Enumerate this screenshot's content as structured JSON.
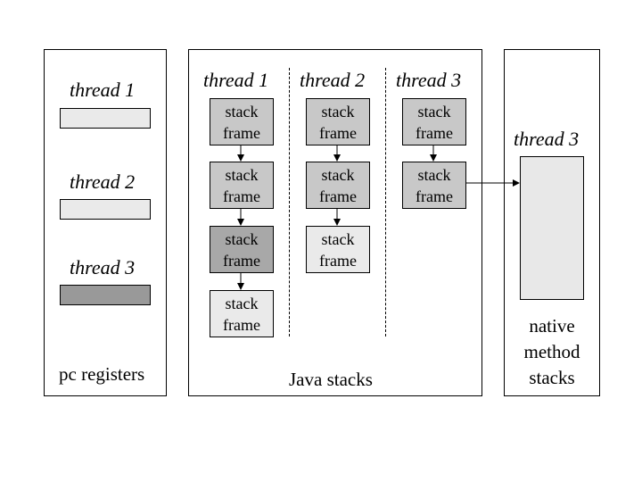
{
  "pc_registers": {
    "caption": "pc registers",
    "threads": [
      {
        "label": "thread 1",
        "fill": "#eaeaea"
      },
      {
        "label": "thread 2",
        "fill": "#eaeaea"
      },
      {
        "label": "thread 3",
        "fill": "#999999"
      }
    ]
  },
  "java_stacks": {
    "caption": "Java stacks",
    "frame_line1": "stack",
    "frame_line2": "frame",
    "threads": [
      {
        "label": "thread 1",
        "frames": [
          "#c8c8c8",
          "#c8c8c8",
          "#a8a8a8",
          "#eaeaea"
        ]
      },
      {
        "label": "thread 2",
        "frames": [
          "#c8c8c8",
          "#c8c8c8",
          "#eaeaea"
        ]
      },
      {
        "label": "thread 3",
        "frames": [
          "#c8c8c8",
          "#c8c8c8"
        ]
      }
    ]
  },
  "native_method_stacks": {
    "thread_label": "thread 3",
    "caption_lines": [
      "native",
      "method",
      "stacks"
    ]
  }
}
